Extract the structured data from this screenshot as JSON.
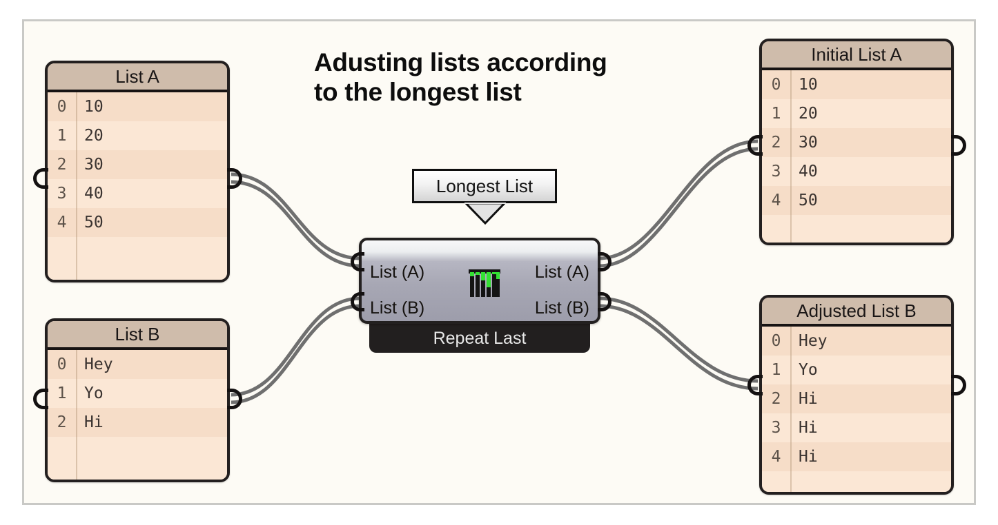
{
  "canvas": {
    "title_line1": "Adusting lists according",
    "title_line2": "to the longest list",
    "background_color": "#fdfbf5",
    "border_color": "#c9c9c6"
  },
  "tooltip": {
    "label": "Longest List"
  },
  "node": {
    "caption": "Repeat Last",
    "icon_name": "repeat-last-icon",
    "inputs": [
      {
        "label": "List (A)"
      },
      {
        "label": "List (B)"
      }
    ],
    "outputs": [
      {
        "label": "List (A)"
      },
      {
        "label": "List (B)"
      }
    ],
    "body_color": "#a7a7b4",
    "caption_color": "#221f1f"
  },
  "panels": [
    {
      "id": "list-a",
      "title": "List A",
      "rows": [
        {
          "index": "0",
          "value": "10"
        },
        {
          "index": "1",
          "value": "20"
        },
        {
          "index": "2",
          "value": "30"
        },
        {
          "index": "3",
          "value": "40"
        },
        {
          "index": "4",
          "value": "50"
        }
      ]
    },
    {
      "id": "list-b",
      "title": "List B",
      "rows": [
        {
          "index": "0",
          "value": "Hey"
        },
        {
          "index": "1",
          "value": "Yo"
        },
        {
          "index": "2",
          "value": "Hi"
        }
      ]
    },
    {
      "id": "initial-list-a",
      "title": "Initial List A",
      "rows": [
        {
          "index": "0",
          "value": "10"
        },
        {
          "index": "1",
          "value": "20"
        },
        {
          "index": "2",
          "value": "30"
        },
        {
          "index": "3",
          "value": "40"
        },
        {
          "index": "4",
          "value": "50"
        }
      ]
    },
    {
      "id": "adjusted-list-b",
      "title": "Adjusted List B",
      "rows": [
        {
          "index": "0",
          "value": "Hey"
        },
        {
          "index": "1",
          "value": "Yo"
        },
        {
          "index": "2",
          "value": "Hi"
        },
        {
          "index": "3",
          "value": "Hi"
        },
        {
          "index": "4",
          "value": "Hi"
        }
      ]
    }
  ],
  "colors": {
    "panel_body": "#fbe4ce",
    "panel_row_odd": "#f6ddc8",
    "panel_row_even": "#fbe7d5",
    "panel_header": "#cfbcab",
    "outline": "#231f1f",
    "wire": "#6f6f6f",
    "icon_green": "#33e033"
  }
}
